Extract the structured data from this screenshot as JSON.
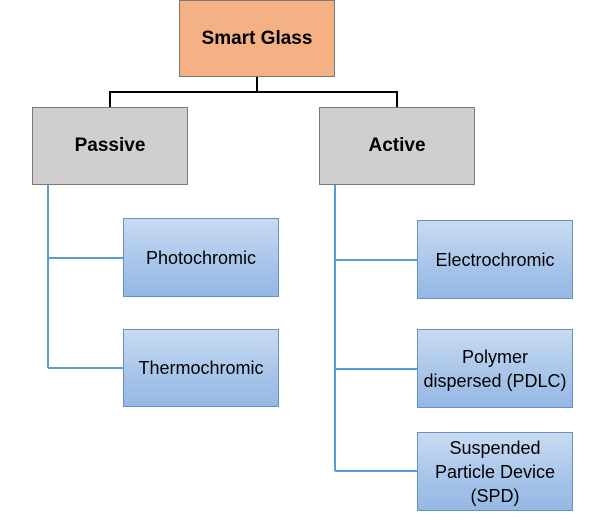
{
  "diagram": {
    "root": {
      "label": "Smart Glass"
    },
    "categories": [
      {
        "label": "Passive",
        "children": [
          {
            "label": "Photochromic"
          },
          {
            "label": "Thermochromic"
          }
        ]
      },
      {
        "label": "Active",
        "children": [
          {
            "label": "Electrochromic"
          },
          {
            "label": "Polymer\ndispersed (PDLC)"
          },
          {
            "label": "Suspended\nParticle Device\n(SPD)"
          }
        ]
      }
    ],
    "colors": {
      "root_fill": "#f4b183",
      "category_fill": "#d0cece",
      "leaf_fill": "#a9c6ea",
      "root_connector": "#000000",
      "branch_connector": "#5b9bd5"
    }
  }
}
